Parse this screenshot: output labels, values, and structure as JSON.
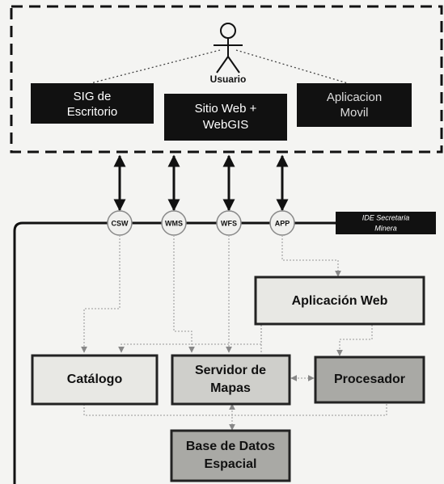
{
  "user": {
    "label": "Usuario"
  },
  "clients": {
    "desktop_gis": [
      "SIG de",
      "Escritorio"
    ],
    "web_site": [
      "Sitio Web +",
      "WebGIS"
    ],
    "mobile_app": [
      "Aplicacion",
      "Movil"
    ]
  },
  "services": {
    "csw": "CSW",
    "wms": "WMS",
    "wfs": "WFS",
    "app": "APP"
  },
  "banner": [
    "IDE Secretaria",
    "Minera"
  ],
  "components": {
    "web_app": "Aplicación Web",
    "catalog": "Catálogo",
    "map_server": [
      "Servidor de",
      "Mapas"
    ],
    "processor": "Procesador",
    "spatial_db": [
      "Base de Datos",
      "Espacial"
    ]
  },
  "colors": {
    "dark_box": "#111111",
    "light_box": "#e8e8e4",
    "grey_box": "#a9a9a5",
    "service_circle": "#f0f0ee",
    "dotted_link": "#aaaaaa"
  }
}
